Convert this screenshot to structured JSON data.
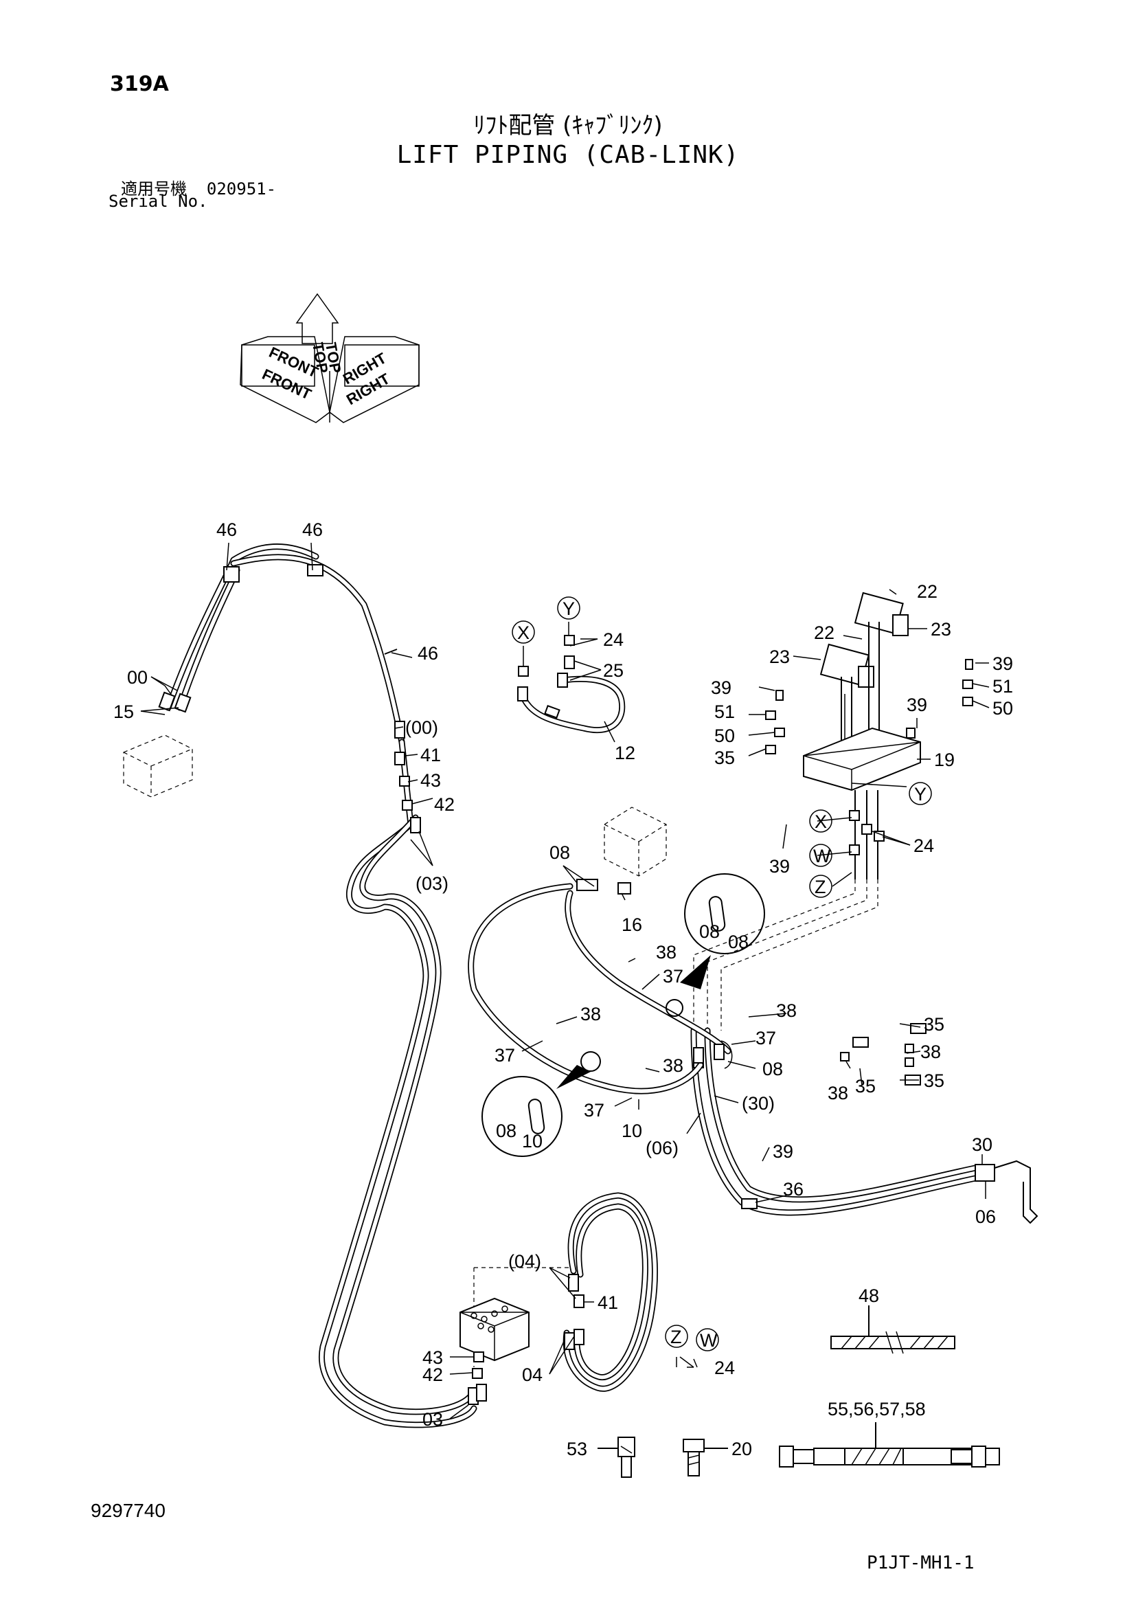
{
  "header": {
    "page_number": "319A",
    "title_jp": "ﾘﾌﾄ配管 (ｷｬﾌﾞﾘﾝｸ)",
    "title_en": "LIFT PIPING (CAB-LINK)",
    "serial_label_jp": "適用号機",
    "serial_number": "020951-",
    "serial_label_en": "Serial No."
  },
  "orientation_icon": {
    "labels": [
      "TOP",
      "TOP",
      "FRONT",
      "FRONT",
      "RIGHT",
      "RIGHT"
    ]
  },
  "callouts": {
    "c46a": "46",
    "c46b": "46",
    "c46c": "46",
    "c00a": "00",
    "c15a": "15",
    "c00b": "(00)",
    "c41a": "41",
    "c43a": "43",
    "c42a": "42",
    "c03a": "(03)",
    "cXa": "X",
    "cYa": "Y",
    "c24a": "24",
    "c25a": "25",
    "c12a": "12",
    "c22a": "22",
    "c23a": "23",
    "c22b": "22",
    "c23b": "23",
    "c39a": "39",
    "c51a": "51",
    "c50a": "50",
    "c35a": "35",
    "c39b": "39",
    "c51b": "51",
    "c50b": "50",
    "c39c": "39",
    "c19a": "19",
    "cYb": "Y",
    "cXb": "X",
    "cWa": "W",
    "cZa": "Z",
    "c24b": "24",
    "c39d": "39",
    "c08a": "08",
    "c16a": "16",
    "c08b": "08",
    "c08c": "08",
    "c38a": "38",
    "c37a": "37",
    "c38b": "38",
    "c37b": "37",
    "c08d": "08",
    "c38c": "38",
    "c37c": "37",
    "c38d": "38",
    "c37d": "37",
    "c10a": "10",
    "c08e": "08",
    "c10b": "10",
    "c30a": "(30)",
    "c06a": "(06)",
    "c35b": "35",
    "c38e": "38",
    "c35c": "35",
    "c38f": "38",
    "c35d": "35",
    "c39e": "39",
    "c36a": "36",
    "c30b": "30",
    "c06b": "06",
    "c04a": "(04)",
    "c41b": "41",
    "cZb": "Z",
    "cWb": "W",
    "c24c": "24",
    "c43b": "43",
    "c42b": "42",
    "c04b": "04",
    "c03b": "03",
    "c48a": "48",
    "c55a": "55,56,57,58",
    "c53a": "53",
    "c20a": "20"
  },
  "footer": {
    "drawing_number": "9297740",
    "page_code": "P1JT-MH1-1"
  }
}
